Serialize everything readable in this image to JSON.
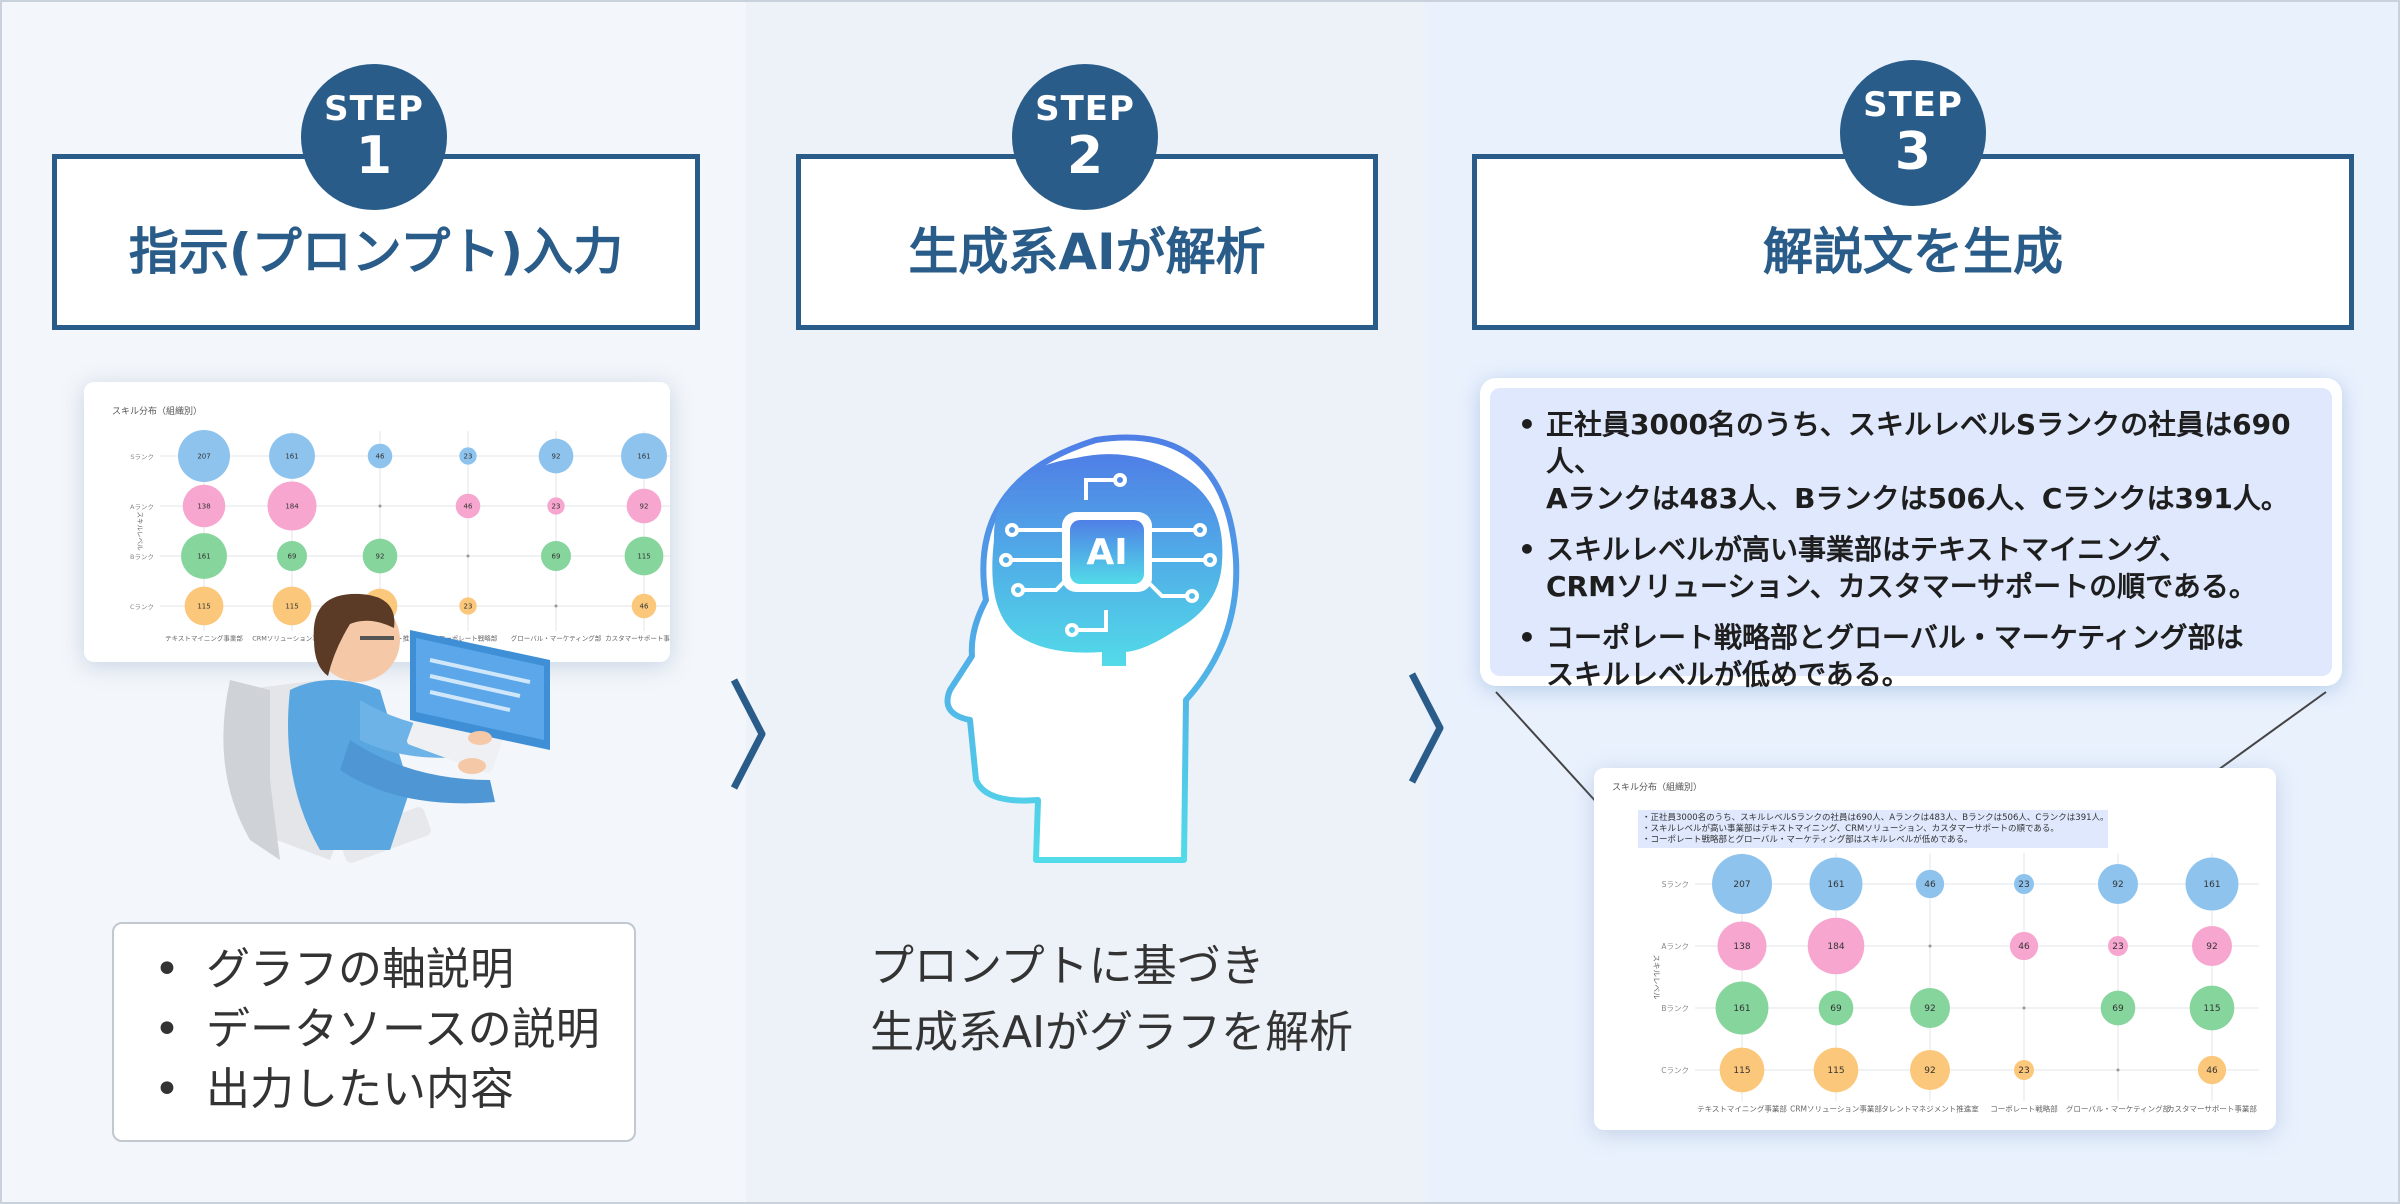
{
  "steps": [
    {
      "label": "STEP",
      "number": "1",
      "title": "指示(プロンプト)入力"
    },
    {
      "label": "STEP",
      "number": "2",
      "title": "生成系AIが解析"
    },
    {
      "label": "STEP",
      "number": "3",
      "title": "解説文を生成"
    }
  ],
  "step1_list": [
    "グラフの軸説明",
    "データソースの説明",
    "出力したい内容"
  ],
  "step2_text": [
    "プロンプトに基づき",
    "生成系AIがグラフを解析"
  ],
  "ai_chip_label": "AI",
  "step3_bullets": [
    [
      "正社員3000名のうち、スキルレベルSランクの社員は690人、",
      "Aランクは483人、Bランクは506人、Cランクは391人。"
    ],
    [
      "スキルレベルが高い事業部はテキストマイニング、",
      "CRMソリューション、カスタマーサポートの順である。"
    ],
    [
      "コーポレート戦略部とグローバル・マーケティング部は",
      "スキルレベルが低めである。"
    ]
  ],
  "mini_chart_annotation": [
    "・正社員3000名のうち、スキルレベルSランクの社員は690人、Aランクは483人、Bランクは506人、Cランクは391人。",
    "・スキルレベルが高い事業部はテキストマイニング、CRMソリューション、カスタマーサポートの順である。",
    "・コーポレート戦略部とグローバル・マーケティング部はスキルレベルが低めである。"
  ],
  "colors": {
    "navy": "#2a5c8a",
    "S": "#8ec3ee",
    "A": "#f7a6cf",
    "B": "#86d59c",
    "C": "#fbc77a"
  },
  "chart_data": {
    "type": "scatter",
    "title": "スキル分布（組織別）",
    "ylabel": "スキルレベル",
    "categories": [
      "テキストマイニング事業部",
      "CRMソリューション事業部",
      "タレントマネジメント推進室",
      "コーポレート戦略部",
      "グローバル・マーケティング部",
      "カスタマーサポート事業部"
    ],
    "rows": [
      "Sランク",
      "Aランク",
      "Bランク",
      "Cランク"
    ],
    "series": [
      {
        "name": "Sランク",
        "values": [
          207,
          161,
          46,
          23,
          92,
          161
        ]
      },
      {
        "name": "Aランク",
        "values": [
          138,
          184,
          0,
          46,
          23,
          92
        ]
      },
      {
        "name": "Bランク",
        "values": [
          161,
          69,
          92,
          0,
          69,
          115
        ]
      },
      {
        "name": "Cランク",
        "values": [
          115,
          115,
          92,
          23,
          0,
          46
        ]
      }
    ]
  }
}
